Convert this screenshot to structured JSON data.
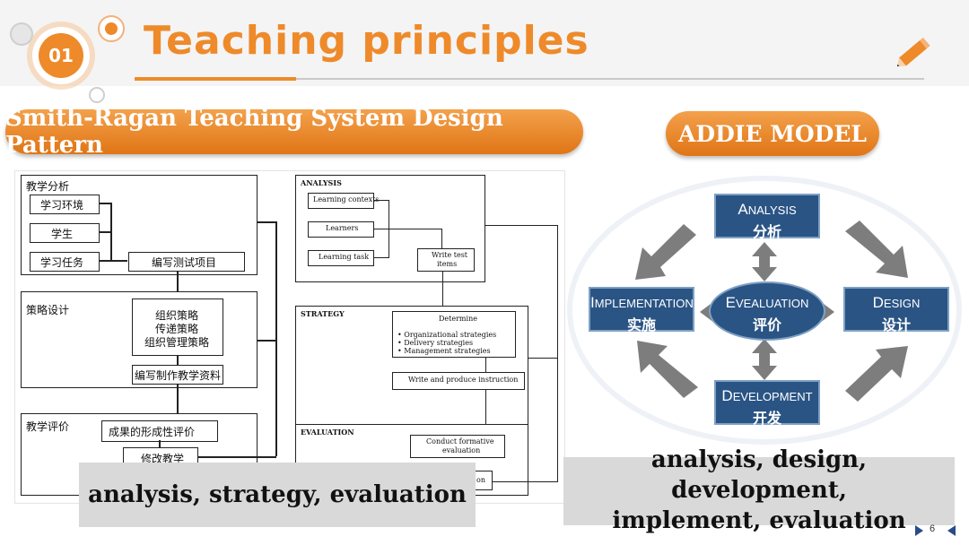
{
  "slide": {
    "number": "01",
    "title": "Teaching principles",
    "page": "6"
  },
  "left_section": {
    "pill": "Smith-Ragan Teaching System Design Pattern",
    "caption": "analysis, strategy, evaluation"
  },
  "right_section": {
    "pill": "ADDIE MODEL",
    "caption_line1": "analysis, design, development,",
    "caption_line2": "implement, evaluation"
  },
  "cn_flow": {
    "section1": "教学分析",
    "item_env": "学习环境",
    "item_student": "学生",
    "item_task": "学习任务",
    "item_test": "编写测试项目",
    "section2": "策略设计",
    "strategy_l1": "组织策略",
    "strategy_l2": "传递策略",
    "strategy_l3": "组织管理策略",
    "materials": "编写制作教学资料",
    "section3": "教学评价",
    "formative": "成果的形成性评价",
    "revise": "修改教学"
  },
  "en_flow": {
    "analysis": "ANALYSIS",
    "contexts": "Learning contexts",
    "learners": "Learners",
    "task": "Learning task",
    "test_l1": "Write test",
    "test_l2": "items",
    "strategy": "STRATEGY",
    "determine": "Determine",
    "b1": "Organizational strategies",
    "b2": "Delivery strategies",
    "b3": "Management strategies",
    "produce": "Write and produce instruction",
    "evaluation": "EVALUATION",
    "formative_l1": "Conduct formative",
    "formative_l2": "evaluation",
    "revise": "on"
  },
  "addie": {
    "analysis_cap": "A",
    "analysis_rest": "NALYSIS",
    "analysis_zh": "分析",
    "design_cap": "D",
    "design_rest": "ESIGN",
    "design_zh": "设计",
    "development_cap": "D",
    "development_rest": "EVELOPMENT",
    "development_zh": "开发",
    "implementation_cap": "I",
    "implementation_rest": "MPLEMENTATION",
    "implementation_zh": "实施",
    "evaluation_cap": "E",
    "evaluation_rest": "VEALUATION",
    "evaluation_zh": "评价"
  },
  "colors": {
    "accent": "#ee8a2a",
    "model_box": "#2a5484",
    "caption_bg": "#d9d9d9"
  },
  "icons": {
    "badge": "circle-badge",
    "edit": "pencil-icon"
  }
}
